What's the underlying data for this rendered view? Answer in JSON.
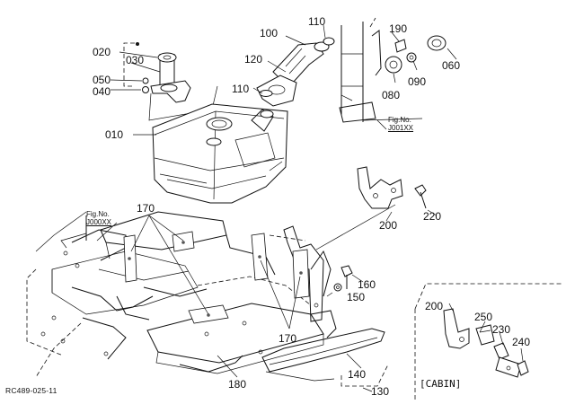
{
  "labels": {
    "p020": "020",
    "p030": "030",
    "p050": "050",
    "p040": "040",
    "p010": "010",
    "p100": "100",
    "p110a": "110",
    "p110b": "110",
    "p120": "120",
    "p190": "190",
    "p060": "060",
    "p080": "080",
    "p090": "090",
    "p170a": "170",
    "p170b": "170",
    "p200a": "200",
    "p200b": "200",
    "p220": "220",
    "p160": "160",
    "p150": "150",
    "p250": "250",
    "p230": "230",
    "p240": "240",
    "p140": "140",
    "p130": "130",
    "p180": "180"
  },
  "fig_refs": {
    "top_right": {
      "line1": "Fig.No.",
      "line2": "J001XX"
    },
    "left": {
      "line1": "Fig.No.",
      "line2": "J000XX"
    }
  },
  "diagram_code": "RC489-025-11",
  "cabin_label": "[CABIN]"
}
